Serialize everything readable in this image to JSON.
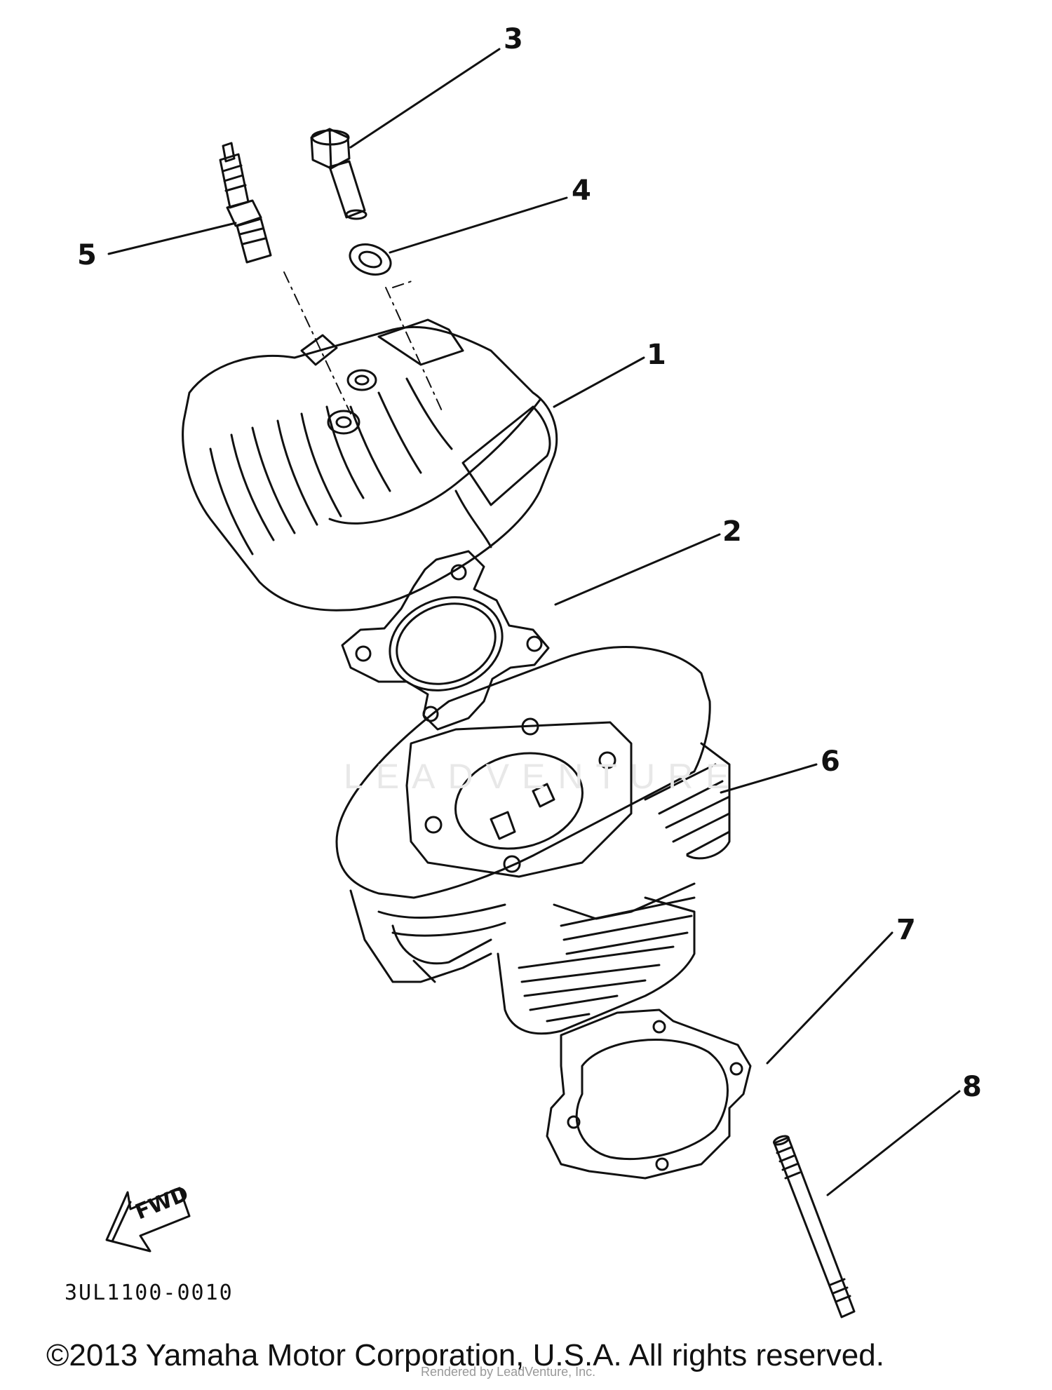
{
  "callouts": {
    "c1": "1",
    "c2": "2",
    "c3": "3",
    "c4": "4",
    "c5": "5",
    "c6": "6",
    "c7": "7",
    "c8": "8"
  },
  "fwd_label": "FWD",
  "diagram_code": "3UL1100-0010",
  "watermark": "LEADVENTURE",
  "rendered_by": "Rendered by LeadVenture, Inc.",
  "copyright": "©2013 Yamaha Motor Corporation, U.S.A. All rights reserved."
}
